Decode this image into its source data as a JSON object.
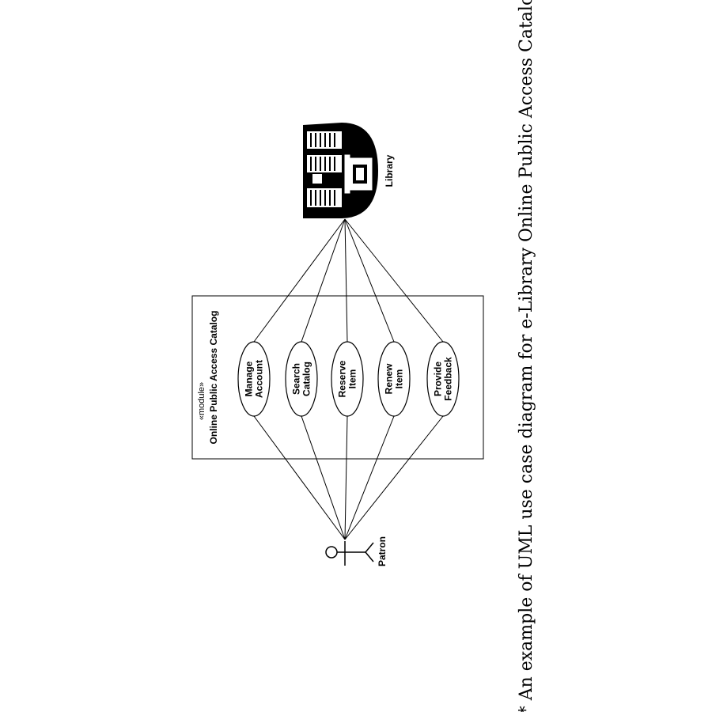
{
  "system": {
    "stereotype": "«module»",
    "name": "Online Public Access Catalog"
  },
  "use_cases": [
    {
      "lines": [
        "Manage",
        "Account"
      ]
    },
    {
      "lines": [
        "Search",
        "Catalog"
      ]
    },
    {
      "lines": [
        "Reserve",
        "Item"
      ]
    },
    {
      "lines": [
        "Renew",
        "Item"
      ]
    },
    {
      "lines": [
        "Provide",
        "Feedback"
      ]
    }
  ],
  "actors": {
    "patron": "Patron",
    "library": "Library"
  },
  "caption": "* An example of UML use case diagram for e-Library Online Public Access Catalog.",
  "icons": {
    "patron": "stick-figure-icon",
    "library": "library-building-icon"
  }
}
